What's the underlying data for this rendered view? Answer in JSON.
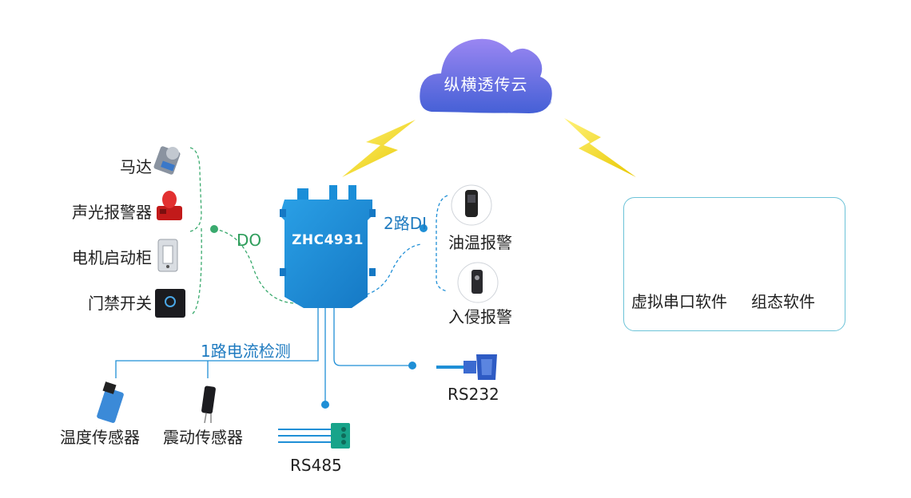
{
  "cloud": {
    "label": "纵横透传云"
  },
  "device": {
    "label": "ZHC4931"
  },
  "do_group": {
    "label": "DO",
    "items": [
      {
        "label": "马达",
        "icon": "motor-icon"
      },
      {
        "label": "声光报警器",
        "icon": "siren-icon"
      },
      {
        "label": "电机启动柜",
        "icon": "cabinet-icon"
      },
      {
        "label": "门禁开关",
        "icon": "door-switch-icon"
      }
    ]
  },
  "di_group": {
    "label": "2路DI",
    "items": [
      {
        "label": "油温报警",
        "icon": "oil-temp-sensor-icon"
      },
      {
        "label": "入侵报警",
        "icon": "intrusion-sensor-icon"
      }
    ]
  },
  "current_group": {
    "label": "1路电流检测",
    "items": [
      {
        "label": "温度传感器",
        "icon": "temperature-sensor-icon"
      },
      {
        "label": "震动传感器",
        "icon": "vibration-sensor-icon"
      }
    ]
  },
  "ports": {
    "rs232": {
      "label": "RS232",
      "icon": "db9-connector-icon"
    },
    "rs485": {
      "label": "RS485",
      "icon": "terminal-block-icon"
    }
  },
  "software": {
    "items": [
      {
        "label": "虚拟串口软件",
        "icon": "desktop-monitor-icon"
      },
      {
        "label": "组态软件",
        "icon": "laptop-icon"
      }
    ]
  },
  "colors": {
    "cloud_top": "#8f7df0",
    "cloud_bottom": "#4a63d8",
    "device": "#1a8ed8",
    "wire_green": "#3aaa6e",
    "wire_blue": "#1f8fd6",
    "lightning": "#f2dc1a",
    "panel_border": "#6cc3d8"
  }
}
